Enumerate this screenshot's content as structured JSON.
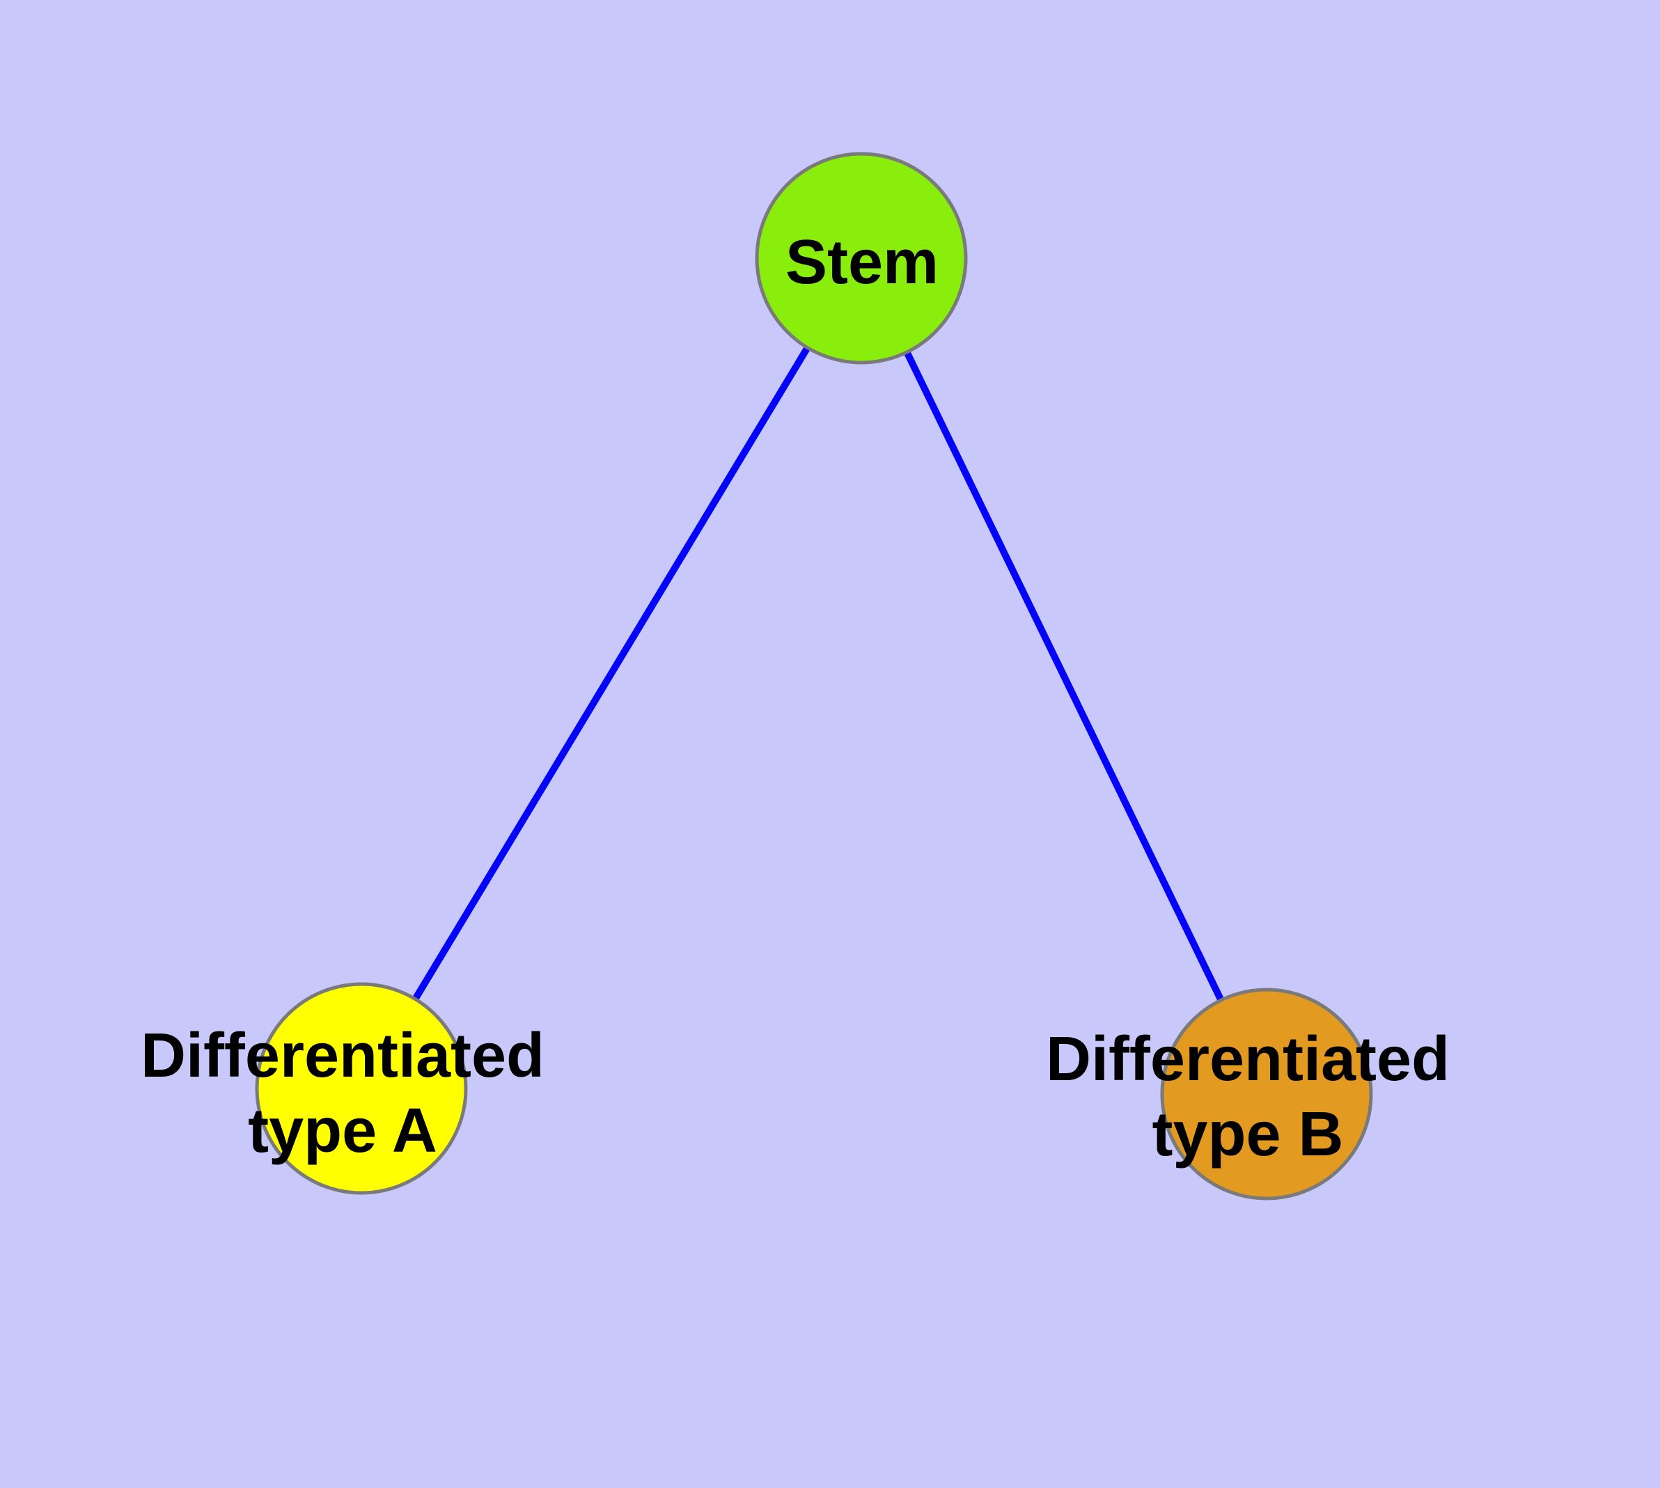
{
  "diagram": {
    "type": "node-link-graph",
    "background_color": "#C8C8FA",
    "edge_color": "#0404F8",
    "node_stroke_color": "#7A7A7A",
    "label_color": "#000000",
    "nodes": {
      "stem": {
        "label": "Stem",
        "fill": "#8AEE0C"
      },
      "type_a": {
        "label_line1": "Differentiated",
        "label_line2": "type A",
        "label": "Differentiated type A",
        "fill": "#FFFF00"
      },
      "type_b": {
        "label_line1": "Differentiated",
        "label_line2": "type B",
        "label": "Differentiated type B",
        "fill": "#E29A20"
      }
    },
    "edges": [
      {
        "from": "Stem",
        "to": "Differentiated type A"
      },
      {
        "from": "Stem",
        "to": "Differentiated type B"
      }
    ]
  }
}
